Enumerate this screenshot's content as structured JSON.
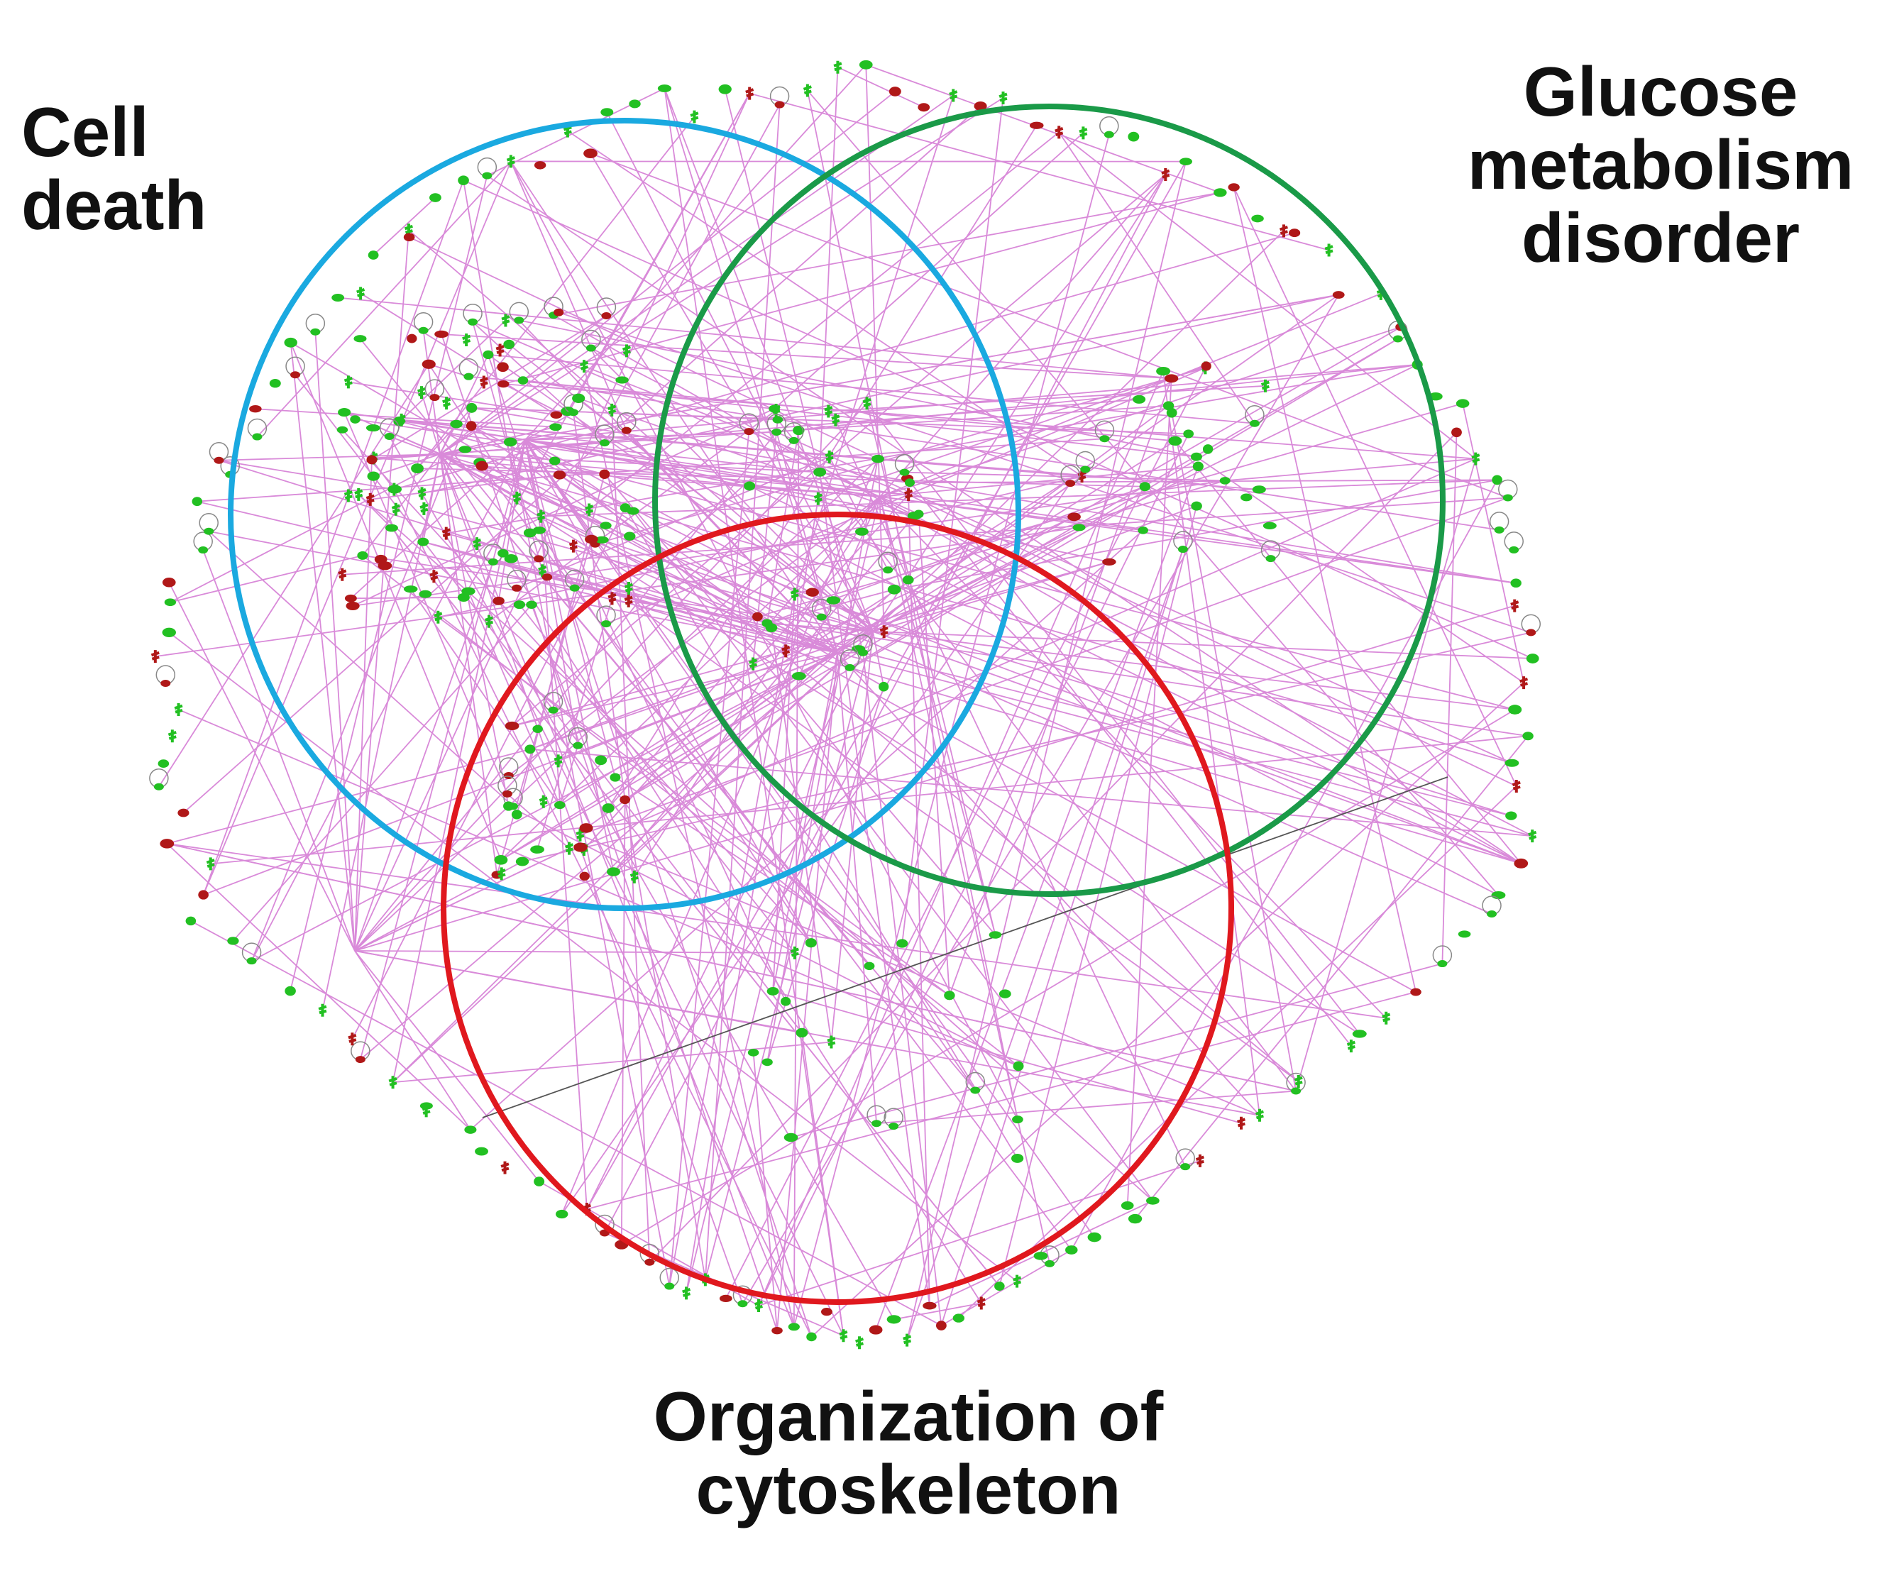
{
  "labels": {
    "cell_death": [
      "Cell",
      "death"
    ],
    "glucose": [
      "Glucose",
      "metabolism",
      "disorder"
    ],
    "cytoskeleton": [
      "Organization of",
      "cytoskeleton"
    ]
  },
  "colors": {
    "cell_death_circle": "#1aa9e0",
    "glucose_circle": "#1a9a48",
    "cytoskeleton_circle": "#e0181e",
    "edges": "#d98ad9",
    "node_up": "#22c022",
    "node_down": "#b01818",
    "black_edge": "#555555"
  },
  "node_types": [
    "green-node",
    "red-node"
  ]
}
